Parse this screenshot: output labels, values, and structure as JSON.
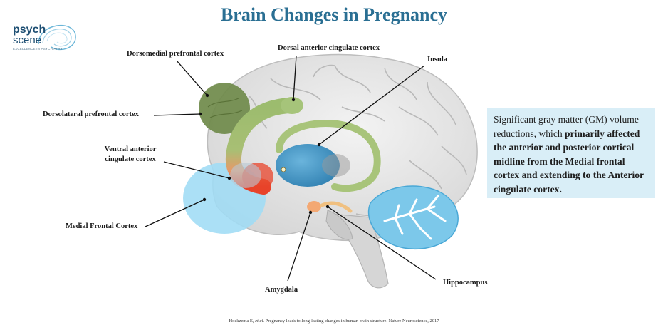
{
  "title": "Brain Changes in Pregnancy",
  "logo": {
    "line1": "psych",
    "line2": "scene",
    "tagline": "EXCELLENCE IN PSYCHIATRY"
  },
  "labels": {
    "dorsomedial": "Dorsomedial prefrontal cortex",
    "dorsal_acc": "Dorsal anterior cingulate cortex",
    "insula": "Insula",
    "dorsolateral": "Dorsolateral prefrontal cortex",
    "ventral_acc": "Ventral anterior cingulate cortex",
    "medial_frontal": "Medial Frontal Cortex",
    "amygdala": "Amygdala",
    "hippocampus": "Hippocampus"
  },
  "info": {
    "part1": "Significant gray matter (GM) volume reductions, which ",
    "bold1": "primarily affected the anterior and posterior cortical midline from the Medial frontal cortex and extending to the Anterior cingulate cortex."
  },
  "citation": {
    "pre": "Hoekzema E, ",
    "etal": "et al.",
    "post": " Pregnancy leads to long-lasting changes in human brain structure. Nature Neuroscience, 2017"
  },
  "colors": {
    "title": "#2a6f93",
    "infobox_bg": "#d9eef7",
    "dlpfc_green": "#6f8a4a",
    "cingulate_green": "#9cbc6e",
    "medial_blue": "#9fdcf5",
    "thalamus_blue": "#3f8fbf",
    "amygdala_orange": "#f3a873",
    "cerebellum_blue": "#7cc8ea",
    "highlight_red": "#e8432a"
  }
}
